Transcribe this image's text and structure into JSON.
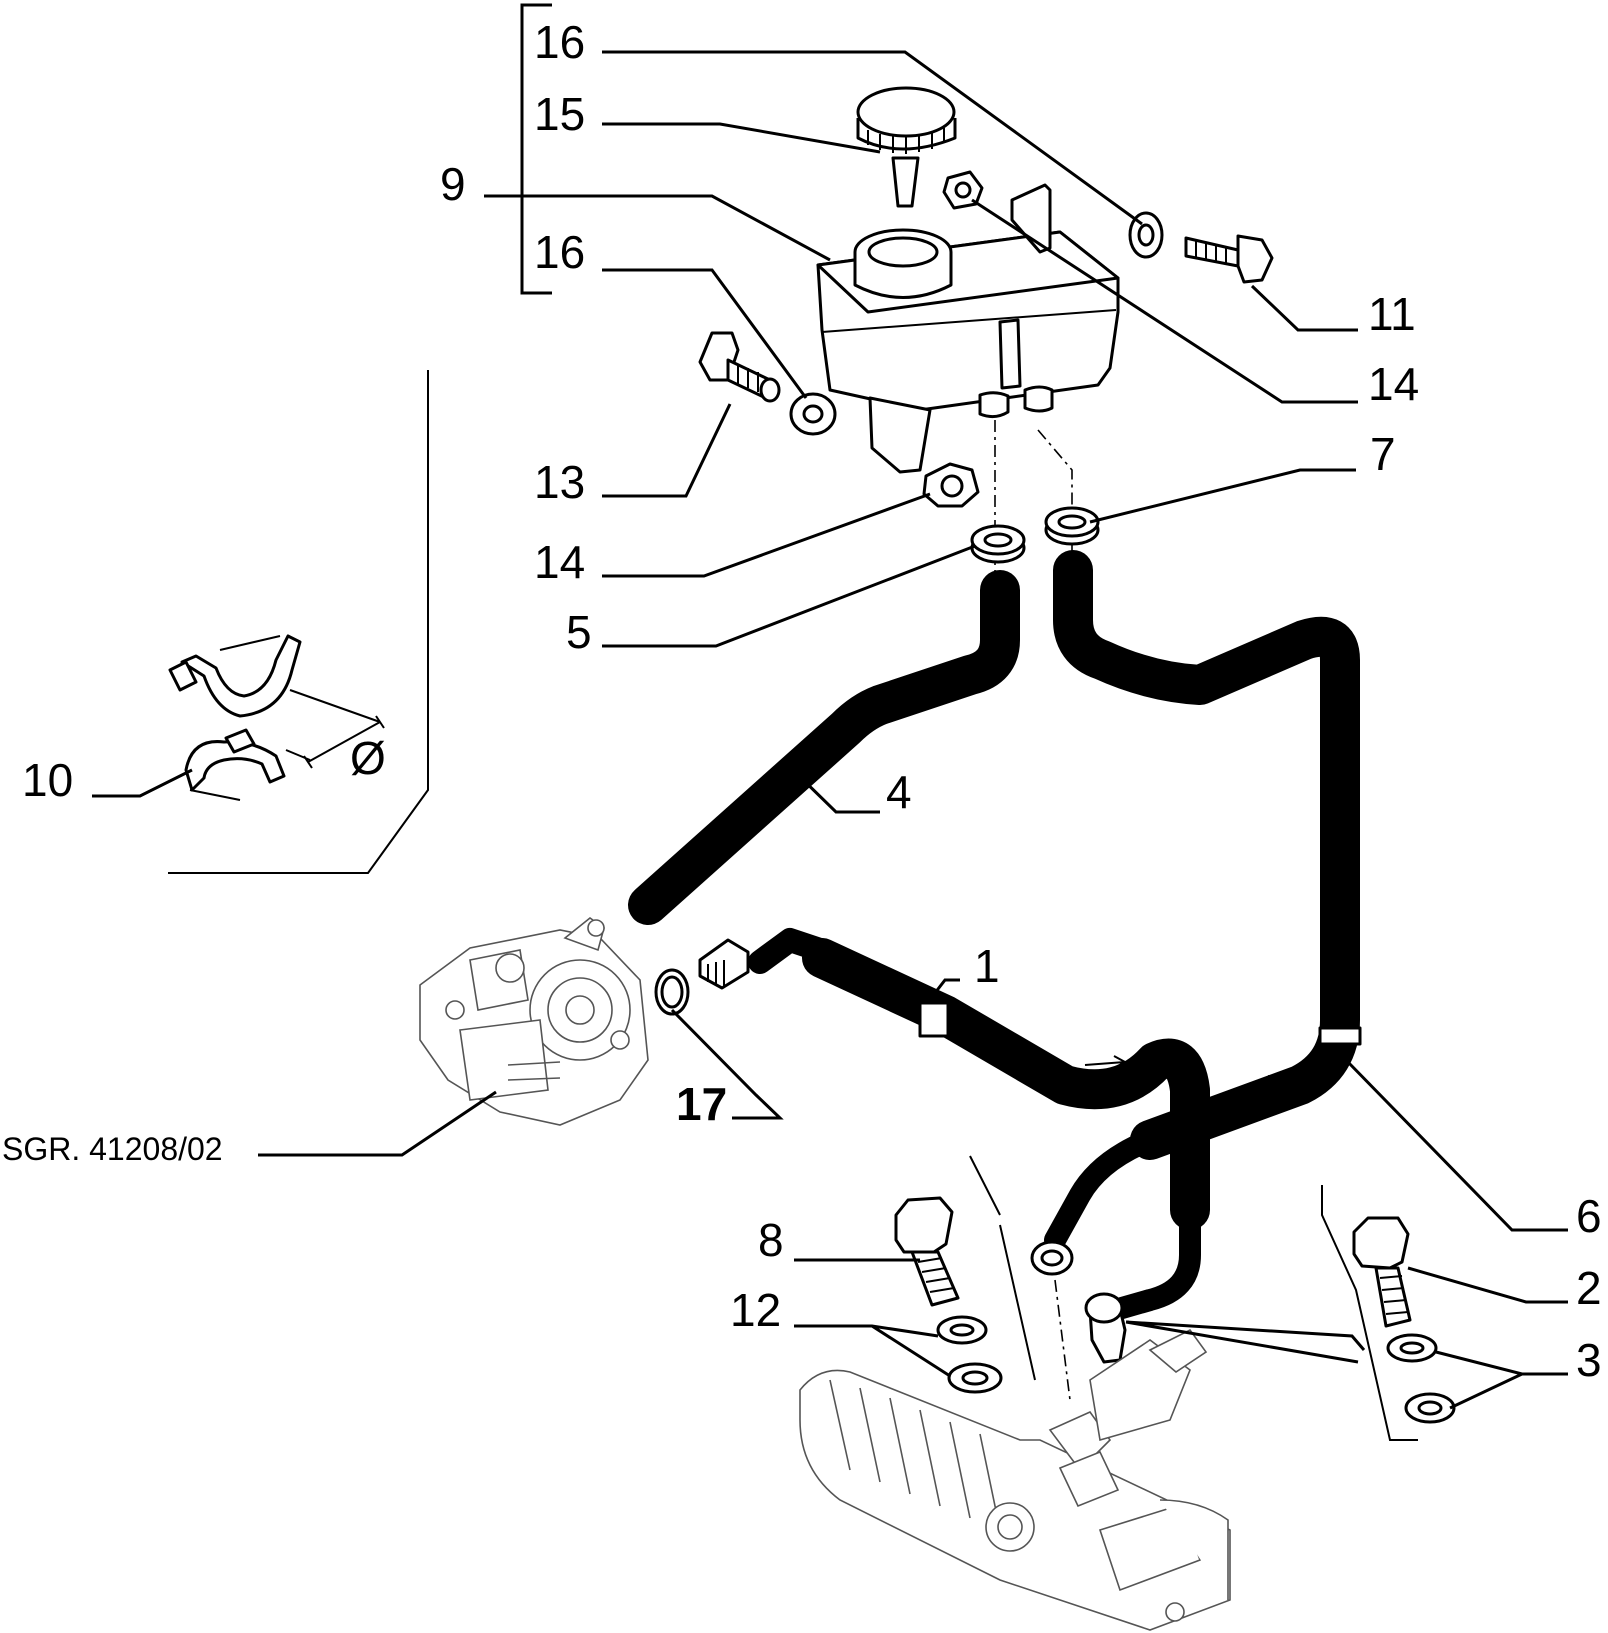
{
  "diagram": {
    "reference_label": "SGR. 41208/02",
    "diameter_symbol": "Ø",
    "labels": {
      "p1": "1",
      "p2": "2",
      "p3": "3",
      "p4": "4",
      "p5": "5",
      "p6": "6",
      "p7": "7",
      "p8": "8",
      "p9": "9",
      "p10": "10",
      "p11": "11",
      "p12": "12",
      "p13": "13",
      "p14_upper": "14",
      "p14_lower": "14",
      "p15": "15",
      "p16_upper": "16",
      "p16_lower": "16",
      "p17": "17"
    }
  }
}
